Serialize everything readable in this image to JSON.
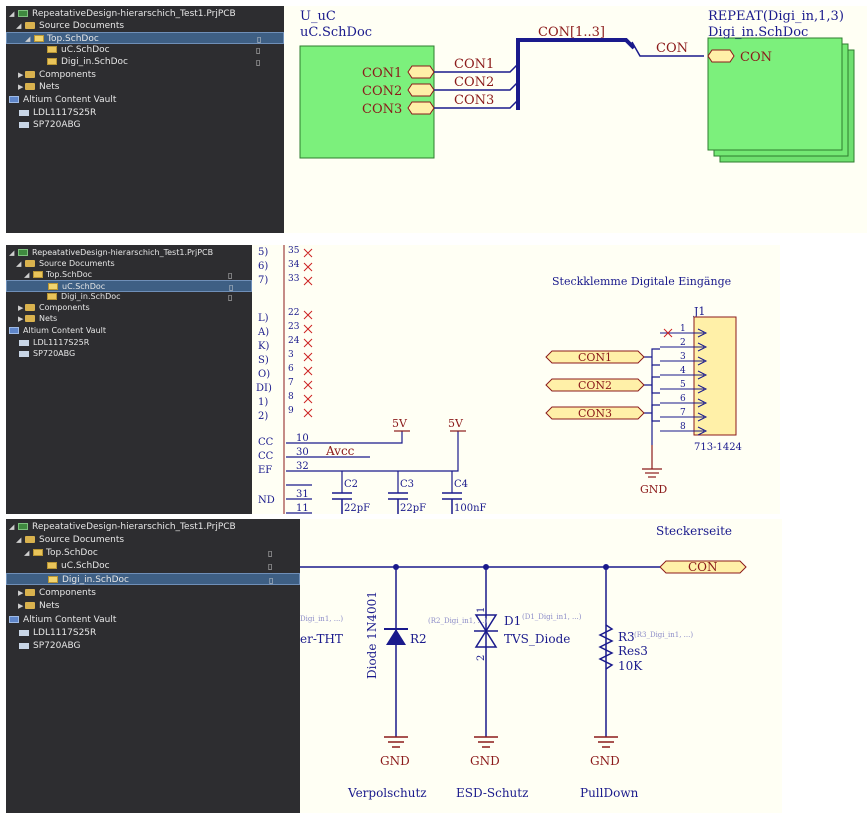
{
  "colors": {
    "tree_bg": "#2d2d30",
    "tree_text": "#e6e6e6",
    "selection": "#3e5f84",
    "sheet_bg": "#fffff4",
    "wire": "#1a1a8c",
    "sheet_symbol": "#7cf07c",
    "port_fill": "#fff0a8",
    "label_red": "#8b1a1a",
    "label_blue": "#1a1a8c"
  },
  "tree": {
    "project": "RepeatativeDesign-hierarschich_Test1.PrjPCB",
    "source_folder": "Source Documents",
    "top_doc": "Top.SchDoc",
    "uc_doc": "uC.SchDoc",
    "digi_doc": "Digi_in.SchDoc",
    "components": "Components",
    "nets": "Nets",
    "vault": "Altium Content Vault",
    "part1": "LDL1117S25R",
    "part2": "SP720ABG",
    "flag_icon": "document-icon"
  },
  "top_sheet": {
    "sym1_designator": "U_uC",
    "sym1_file": "uC.SchDoc",
    "sym1_ports": [
      "CON1",
      "CON2",
      "CON3"
    ],
    "wire_labels": [
      "CON1",
      "CON2",
      "CON3"
    ],
    "bus_label": "CON[1..3]",
    "link_label": "CON",
    "sym2_designator": "REPEAT(Digi_in,1,3)",
    "sym2_file": "Digi_in.SchDoc",
    "sym2_port": "CON"
  },
  "uc_sheet": {
    "pin_stubs": [
      "35",
      "34",
      "33",
      "22",
      "23",
      "24",
      "3",
      "6",
      "7",
      "8",
      "9"
    ],
    "pin_suffix": [
      "5)",
      "6)",
      "7)",
      "L)",
      "A)",
      "K)",
      "S)",
      "O)",
      "DI)",
      "1)",
      "2)"
    ],
    "pin_rows": [
      {
        "name": "CC",
        "num": "10"
      },
      {
        "name": "CC",
        "num": "30"
      },
      {
        "name": "EF",
        "num": "32"
      },
      {
        "name": "ND",
        "num": "31"
      },
      {
        "name": "",
        "num": "11"
      }
    ],
    "net_avcc": "Avcc",
    "power_left": "5V",
    "power_right": "5V",
    "caps": [
      {
        "ref": "C2",
        "val": "22pF"
      },
      {
        "ref": "C3",
        "val": "22pF"
      },
      {
        "ref": "C4",
        "val": "100nF"
      }
    ],
    "title": "Steckklemme Digitale Eingänge",
    "connector_ref": "J1",
    "connector_part": "713-1424",
    "connector_pins": [
      "1",
      "2",
      "3",
      "4",
      "5",
      "6",
      "7",
      "8"
    ],
    "ports": [
      "CON1",
      "CON2",
      "CON3"
    ],
    "gnd": "GND"
  },
  "digi_sheet": {
    "title": "Steckerseite",
    "port": "CON",
    "cut_label": "er-THT",
    "diode_vertical": "Diode 1N4001",
    "r2_ref": "R2",
    "r2_hint": "(R2_Digi_in1, ...)",
    "d1_ref": "D1",
    "d1_hint": "(D1_Digi_in1, ...)",
    "d1_name": "TVS_Diode",
    "d1_pin1": "1",
    "d1_pin2": "2",
    "r3_ref": "R3",
    "r3_hint": "(R3_Digi_in1, ...)",
    "r3_name": "Res3",
    "r3_val": "10K",
    "left_hint": "Digi_in1, ...)",
    "gnd": "GND",
    "captions": [
      "Verpolschutz",
      "ESD-Schutz",
      "PullDown"
    ]
  }
}
